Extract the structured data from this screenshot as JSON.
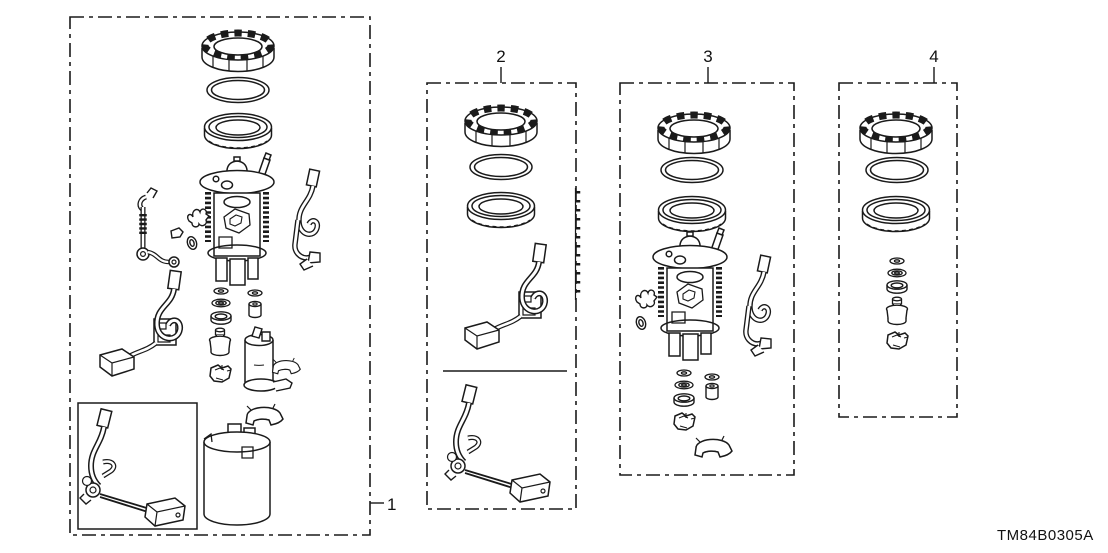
{
  "diagram": {
    "code": "TM84B0305A",
    "background_color": "#ffffff",
    "line_color": "#1a1a1a",
    "callouts": [
      {
        "label": "1"
      },
      {
        "label": "2"
      },
      {
        "label": "3"
      },
      {
        "label": "4"
      }
    ],
    "groups": [
      {
        "callout": "1",
        "parts": [
          "tank-retainer-ring",
          "o-ring-seal",
          "base-gasket",
          "fuel-pump-module-assembly",
          "joint-pipe-assembly",
          "hook-clip",
          "small-o-ring",
          "wire-harness",
          "washer-small",
          "washer-medium",
          "grommet",
          "spacer",
          "pressure-regulator",
          "fuel-pump",
          "retainer-claw",
          "mount-clip",
          "reservoir-cup",
          "harness-with-bracket",
          "fuel-level-sender"
        ]
      },
      {
        "callout": "2",
        "parts": [
          "tank-retainer-ring",
          "o-ring-seal",
          "base-gasket",
          "harness-with-bracket",
          "fuel-level-sender"
        ]
      },
      {
        "callout": "3",
        "parts": [
          "tank-retainer-ring",
          "o-ring-seal",
          "base-gasket",
          "fuel-pump-module-assembly",
          "hook-clip",
          "small-o-ring",
          "wire-harness",
          "washer-small",
          "washer-medium",
          "grommet",
          "spacer",
          "mount-clip",
          "retainer-claw"
        ]
      },
      {
        "callout": "4",
        "parts": [
          "tank-retainer-ring",
          "o-ring-seal",
          "base-gasket",
          "washer-small",
          "washer-medium",
          "grommet",
          "pressure-regulator",
          "mount-clip"
        ]
      }
    ]
  }
}
